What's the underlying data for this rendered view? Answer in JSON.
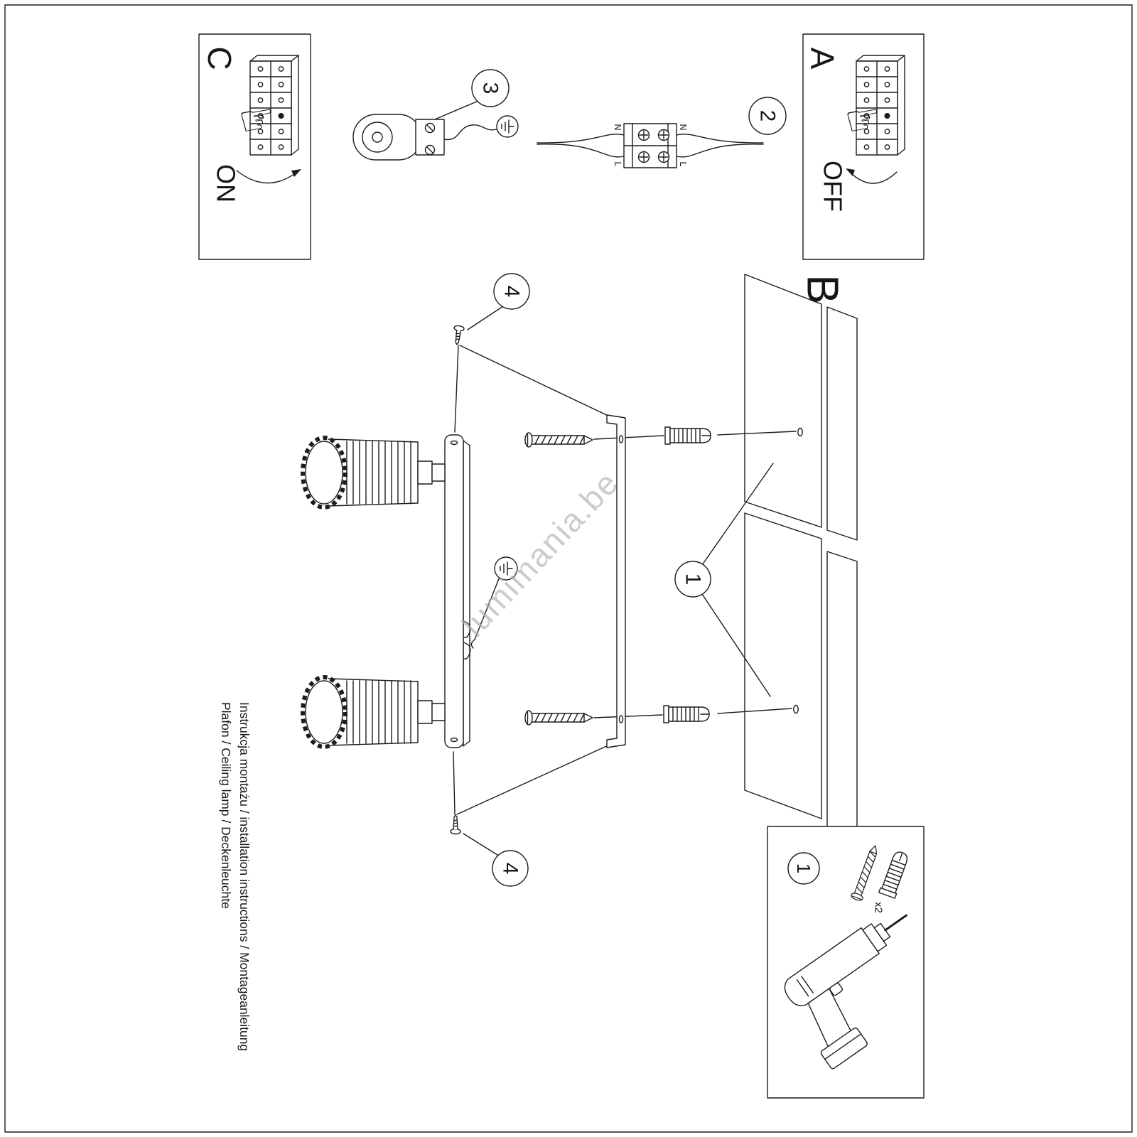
{
  "page": {
    "watermark": "lumimania.be",
    "footer_line1": "Instrukcja montażu / installation instructions / Montageanleitung",
    "footer_line2": "Plafon / Ceiling lamp / Deckenleuchte"
  },
  "panel_c": {
    "label": "C",
    "state_label": "ON"
  },
  "panel_a": {
    "label": "A",
    "state_label": "OFF"
  },
  "panel_b": {
    "label": "B"
  },
  "callouts": {
    "one": "1",
    "two": "2",
    "three": "3",
    "four_top": "4",
    "four_bottom": "4",
    "parts_one": "1"
  },
  "terminal_labels": {
    "n_left": "N",
    "n_right": "N",
    "l_left": "L",
    "l_right": "L"
  },
  "parts": {
    "quantity": "x2"
  },
  "icons": {
    "pointing_hand": "☞"
  },
  "colors": {
    "line": "#1c1c1c",
    "watermark": "#ababab"
  }
}
